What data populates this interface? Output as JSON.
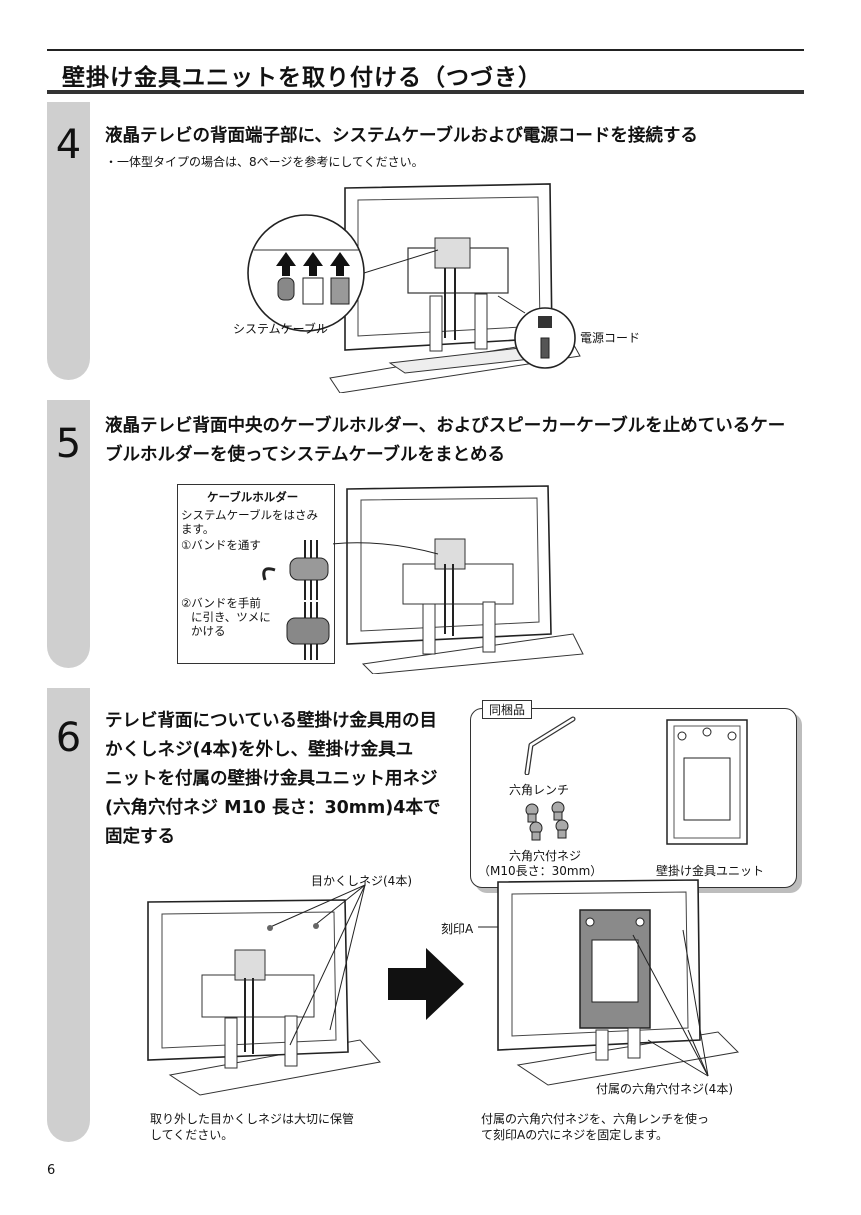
{
  "page": {
    "title": "壁掛け金具ユニットを取り付ける（つづき）",
    "number": "6"
  },
  "step4": {
    "number": "4",
    "heading": "液晶テレビの背面端子部に、システムケーブルおよび電源コードを接続する",
    "note": "・一体型タイプの場合は、8ページを参考にしてください。",
    "label_cable": "システムケーブル",
    "label_power": "電源コード"
  },
  "step5": {
    "number": "5",
    "heading_line1": "液晶テレビ背面中央のケーブルホルダー、およびスピーカーケーブルを止めているケー",
    "heading_line2": "ブルホルダーを使ってシステムケーブルをまとめる",
    "box_title": "ケーブルホルダー",
    "box_text1": "システムケーブルをはさみ",
    "box_text2": "ます。",
    "box_step1": "①バンドを通す",
    "box_step2_1": "②バンドを手前",
    "box_step2_2": "に引き、ツメに",
    "box_step2_3": "かける"
  },
  "step6": {
    "number": "6",
    "heading_line1": "テレビ背面についている壁掛け金具用の目",
    "heading_line2": "かくしネジ(4本)を外し、壁掛け金具ユ",
    "heading_line3": "ニットを付属の壁掛け金具ユニット用ネジ",
    "heading_line4": "(六角穴付ネジ M10 長さ：30mm)4本で",
    "heading_line5": "固定する",
    "bundle_tag": "同梱品",
    "bundle_wrench": "六角レンチ",
    "bundle_screws_1": "六角穴付ネジ",
    "bundle_screws_2": "（M10長さ：30mm）",
    "bundle_unit": "壁掛け金具ユニット",
    "label_cover_screws": "目かくしネジ(4本)",
    "label_mark": "刻印A",
    "label_included_screws": "付属の六角穴付ネジ(4本)",
    "caption_left_1": "取り外した目かくしネジは大切に保管",
    "caption_left_2": "してください。",
    "caption_right_1": "付属の六角穴付ネジを、六角レンチを使っ",
    "caption_right_2": "て刻印Aの穴にネジを固定します。"
  }
}
